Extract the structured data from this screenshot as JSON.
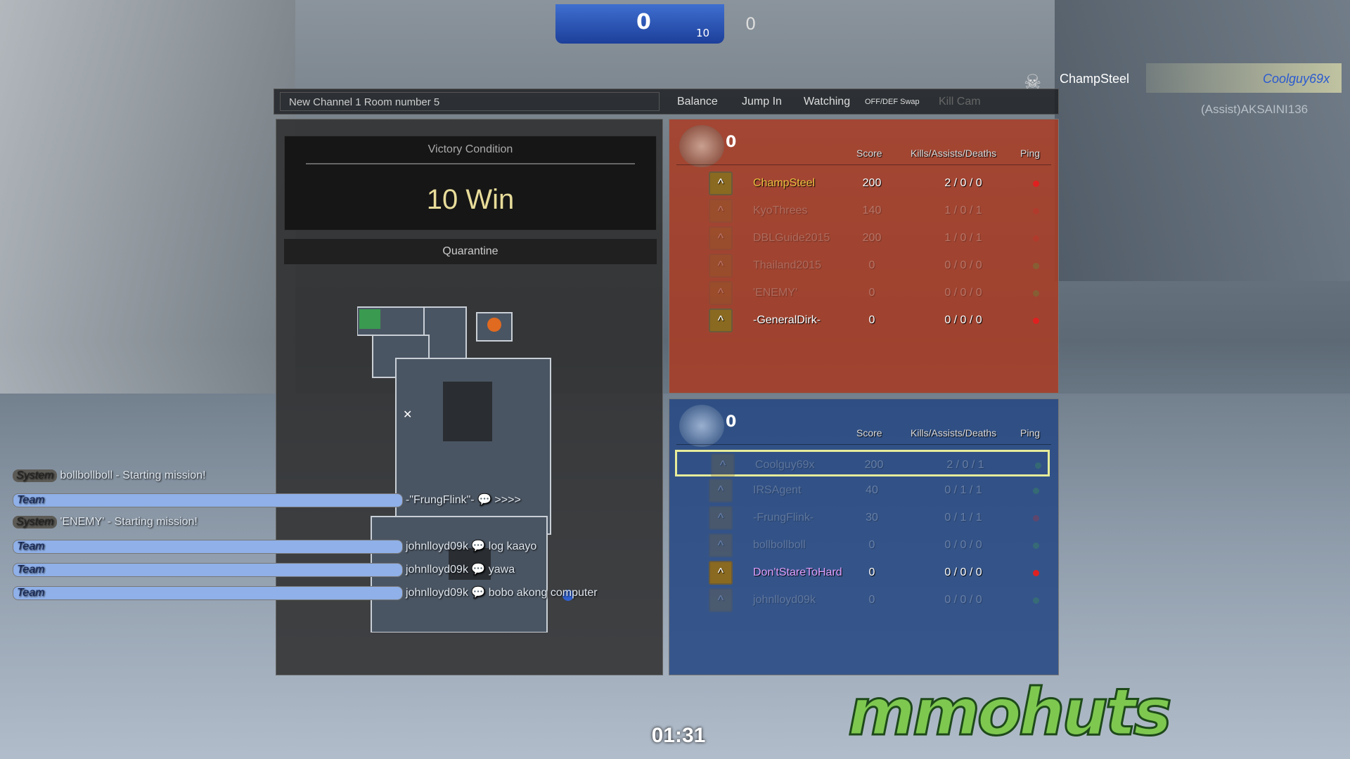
{
  "hud": {
    "team_red_score": "0",
    "round_target": "10",
    "team_blue_score": "0",
    "timer": "01:31"
  },
  "topbar": {
    "room_info": "New  Channel 1  Room number 5",
    "buttons": [
      "Balance",
      "Jump In",
      "Watching",
      "OFF/DEF Swap",
      "Kill Cam"
    ]
  },
  "victory": {
    "title": "Victory Condition",
    "value": "10 Win"
  },
  "map": {
    "name": "Quarantine"
  },
  "killfeed": {
    "killer": "ChampSteel",
    "victim": "Coolguy69x",
    "assist": "(Assist)AKSAINI136"
  },
  "headers": {
    "score": "Score",
    "kad": "Kills/Assists/Deaths",
    "ping": "Ping"
  },
  "red_team": {
    "score": "0",
    "players": [
      {
        "name": "ChampSteel",
        "score": "200",
        "kad": "2 / 0 / 0",
        "ping": "#e02020",
        "color": "#f0c040",
        "faded": false
      },
      {
        "name": "KyoThrees",
        "score": "140",
        "kad": "1 / 0 / 1",
        "ping": "#e02020",
        "color": "#ddd",
        "faded": true
      },
      {
        "name": "DBLGuide2015",
        "score": "200",
        "kad": "1 / 0 / 1",
        "ping": "#e02020",
        "color": "#ddd",
        "faded": true
      },
      {
        "name": "Thailand2015",
        "score": "0",
        "kad": "0 / 0 / 0",
        "ping": "#40b040",
        "color": "#ddd",
        "faded": true
      },
      {
        "name": "'ENEMY'",
        "score": "0",
        "kad": "0 / 0 / 0",
        "ping": "#40b040",
        "color": "#ddd",
        "faded": true
      },
      {
        "name": "-GeneralDirk-",
        "score": "0",
        "kad": "0 / 0 / 0",
        "ping": "#e02020",
        "color": "#fff",
        "faded": false
      }
    ]
  },
  "blue_team": {
    "score": "0",
    "players": [
      {
        "name": "Coolguy69x",
        "score": "200",
        "kad": "2 / 0 / 1",
        "ping": "#40b040",
        "color": "#ddd",
        "faded": true
      },
      {
        "name": "IRSAgent",
        "score": "40",
        "kad": "0 / 1 / 1",
        "ping": "#40b040",
        "color": "#ddd",
        "faded": true
      },
      {
        "name": "-FrungFlink-",
        "score": "30",
        "kad": "0 / 1 / 1",
        "ping": "#e02020",
        "color": "#ddd",
        "faded": true
      },
      {
        "name": "bollbollboll",
        "score": "0",
        "kad": "0 / 0 / 0",
        "ping": "#40b040",
        "color": "#ddd",
        "faded": true
      },
      {
        "name": "Don'tStareToHard",
        "score": "0",
        "kad": "0 / 0 / 0",
        "ping": "#e02020",
        "color": "#e0a0ff",
        "faded": false
      },
      {
        "name": "johnlloyd09k",
        "score": "0",
        "kad": "0 / 0 / 0",
        "ping": "#40b040",
        "color": "#ddd",
        "faded": true
      }
    ]
  },
  "chat": [
    {
      "tag": "System",
      "type": "system",
      "text": "bollbollboll - Starting mission!"
    },
    {
      "tag": "Team",
      "type": "team",
      "text": "-\"FrungFlink\"- 💬 >>>>"
    },
    {
      "tag": "System",
      "type": "system",
      "text": "'ENEMY' - Starting mission!"
    },
    {
      "tag": "Team",
      "type": "team",
      "text": "johnlloyd09k 💬 log kaayo"
    },
    {
      "tag": "Team",
      "type": "team",
      "text": "johnlloyd09k 💬 yawa"
    },
    {
      "tag": "Team",
      "type": "team",
      "text": "johnlloyd09k 💬 bobo akong computer"
    }
  ],
  "watermark": "mmohuts"
}
